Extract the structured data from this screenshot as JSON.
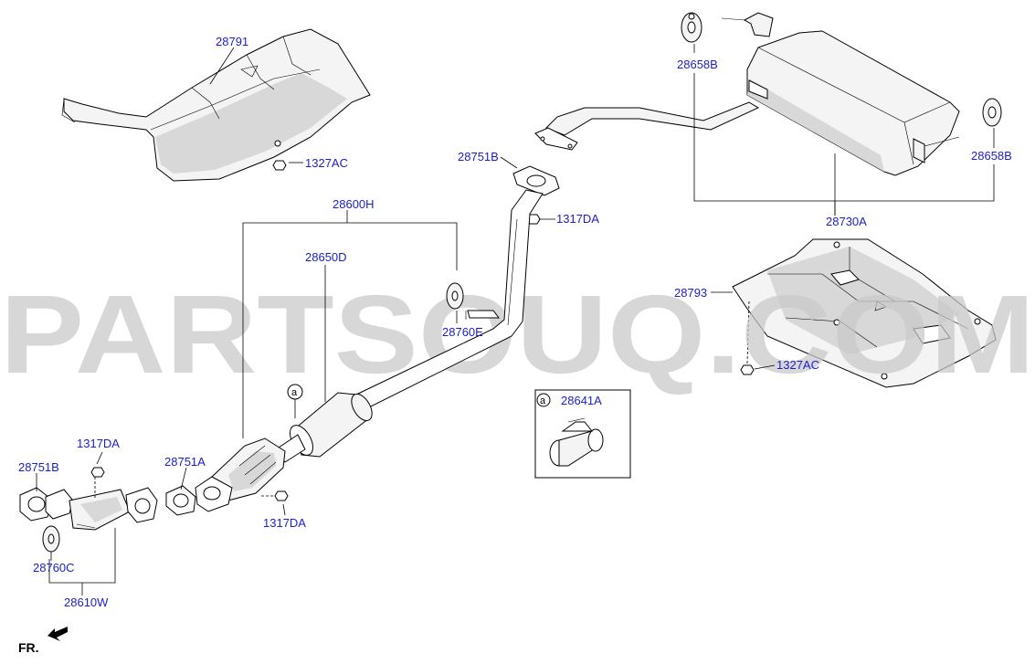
{
  "watermark": "PARTSOUQ.COM",
  "direction_label": "FR.",
  "ref_letter": "a",
  "callouts": [
    {
      "id": "p28791",
      "code": "28791"
    },
    {
      "id": "p1327AC_top",
      "code": "1327AC"
    },
    {
      "id": "p28658B_top",
      "code": "28658B"
    },
    {
      "id": "p28658B_right",
      "code": "28658B"
    },
    {
      "id": "p28751B_mid",
      "code": "28751B"
    },
    {
      "id": "p1317DA_mid",
      "code": "1317DA"
    },
    {
      "id": "p28730A",
      "code": "28730A"
    },
    {
      "id": "p28600H",
      "code": "28600H"
    },
    {
      "id": "p28650D",
      "code": "28650D"
    },
    {
      "id": "p28793",
      "code": "28793"
    },
    {
      "id": "p28760E",
      "code": "28760E"
    },
    {
      "id": "p1327AC_bot",
      "code": "1327AC"
    },
    {
      "id": "p28641A",
      "code": "28641A"
    },
    {
      "id": "p1317DA_left",
      "code": "1317DA"
    },
    {
      "id": "p28751B_left",
      "code": "28751B"
    },
    {
      "id": "p28751A",
      "code": "28751A"
    },
    {
      "id": "p1317DA_bot",
      "code": "1317DA"
    },
    {
      "id": "p28760C",
      "code": "28760C"
    },
    {
      "id": "p28610W",
      "code": "28610W"
    }
  ],
  "colors": {
    "label": "#1d1dc8",
    "watermark": "#c9c9c9",
    "line": "#000000"
  }
}
